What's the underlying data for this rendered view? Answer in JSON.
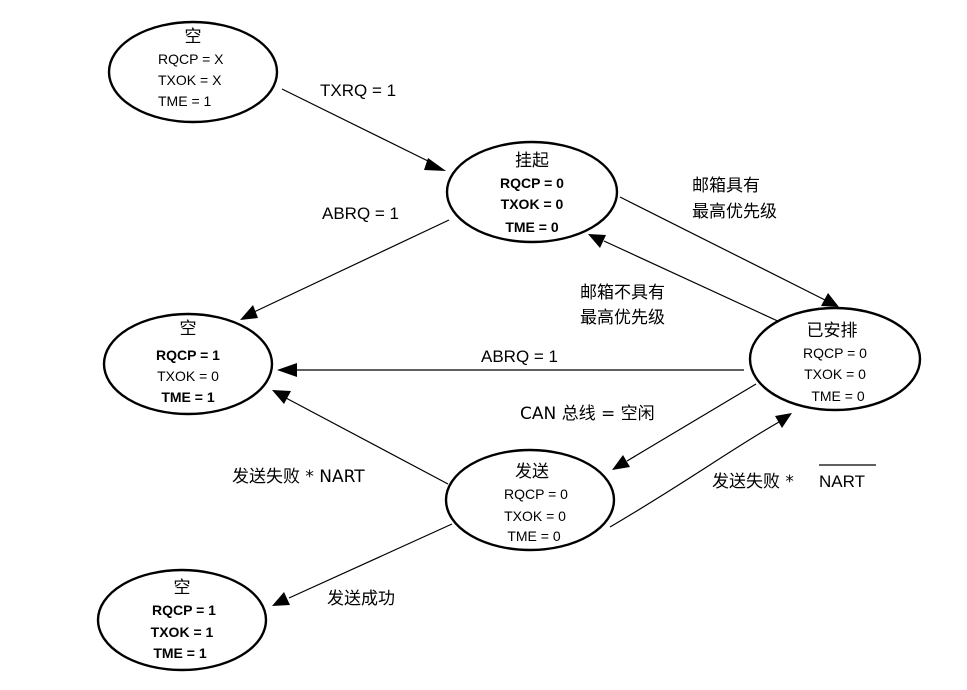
{
  "nodes": {
    "empty_top": {
      "title": "空",
      "lines": [
        {
          "text": "RQCP = X",
          "bold": false
        },
        {
          "text": "TXOK = X",
          "bold": false
        },
        {
          "text": "TME = 1",
          "bold": false
        }
      ]
    },
    "pending": {
      "title": "挂起",
      "lines": [
        {
          "text": "RQCP = 0",
          "bold": true
        },
        {
          "text": "TXOK = 0",
          "bold": true
        },
        {
          "text": "TME = 0",
          "bold": true
        }
      ]
    },
    "empty_middle": {
      "title": "空",
      "lines": [
        {
          "text": "RQCP = 1",
          "bold": true
        },
        {
          "text": "TXOK = 0",
          "bold": false
        },
        {
          "text": "TME = 1",
          "bold": true
        }
      ]
    },
    "scheduled": {
      "title": "已安排",
      "lines": [
        {
          "text": "RQCP = 0",
          "bold": false
        },
        {
          "text": "TXOK = 0",
          "bold": false
        },
        {
          "text": "TME = 0",
          "bold": false
        }
      ]
    },
    "transmit": {
      "title": "发送",
      "lines": [
        {
          "text": "RQCP = 0",
          "bold": false
        },
        {
          "text": "TXOK = 0",
          "bold": false
        },
        {
          "text": "TME = 0",
          "bold": false
        }
      ]
    },
    "empty_bottom": {
      "title": "空",
      "lines": [
        {
          "text": "RQCP = 1",
          "bold": true
        },
        {
          "text": "TXOK = 1",
          "bold": true
        },
        {
          "text": "TME = 1",
          "bold": true
        }
      ]
    }
  },
  "edges": {
    "txrq": "TXRQ = 1",
    "abrq_pending": "ABRQ = 1",
    "highest_priority_line1": "邮箱具有",
    "highest_priority_line2": "最高优先级",
    "not_highest_line1": "邮箱不具有",
    "not_highest_line2": "最高优先级",
    "abrq_scheduled": "ABRQ = 1",
    "can_bus_idle": "CAN 总线 = 空闲",
    "fail_nart": "发送失败 * NART",
    "fail_not_nart_prefix": "发送失败 * ",
    "fail_not_nart_overlined": "NART",
    "success": "发送成功"
  }
}
